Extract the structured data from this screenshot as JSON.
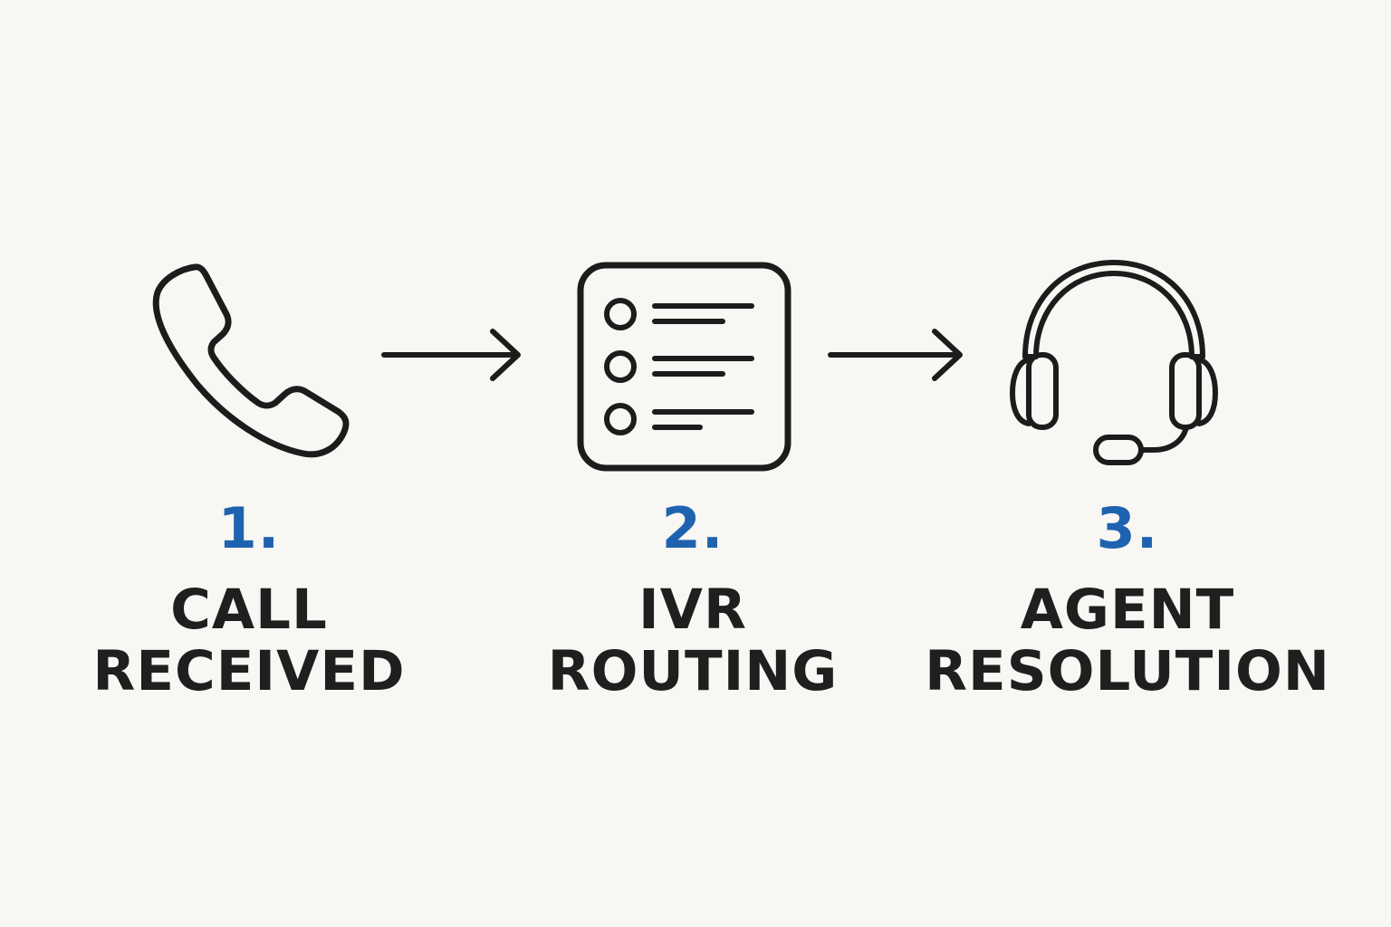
{
  "colors": {
    "background": "#f8f7f3",
    "stroke": "#1c1c1c",
    "accent": "#1f63b0",
    "text": "#1f1f1f"
  },
  "steps": [
    {
      "number": "1.",
      "label_line1": "CALL",
      "label_line2": "RECEIVED",
      "icon": "phone-handset-icon"
    },
    {
      "number": "2.",
      "label_line1": "IVR",
      "label_line2": "ROUTING",
      "icon": "menu-list-icon"
    },
    {
      "number": "3.",
      "label_line1": "AGENT",
      "label_line2": "RESOLUTION",
      "icon": "headset-icon"
    }
  ],
  "arrows": [
    {
      "from": "1.",
      "to": "2.",
      "icon": "arrow-right-icon"
    },
    {
      "from": "2.",
      "to": "3.",
      "icon": "arrow-right-icon"
    }
  ]
}
